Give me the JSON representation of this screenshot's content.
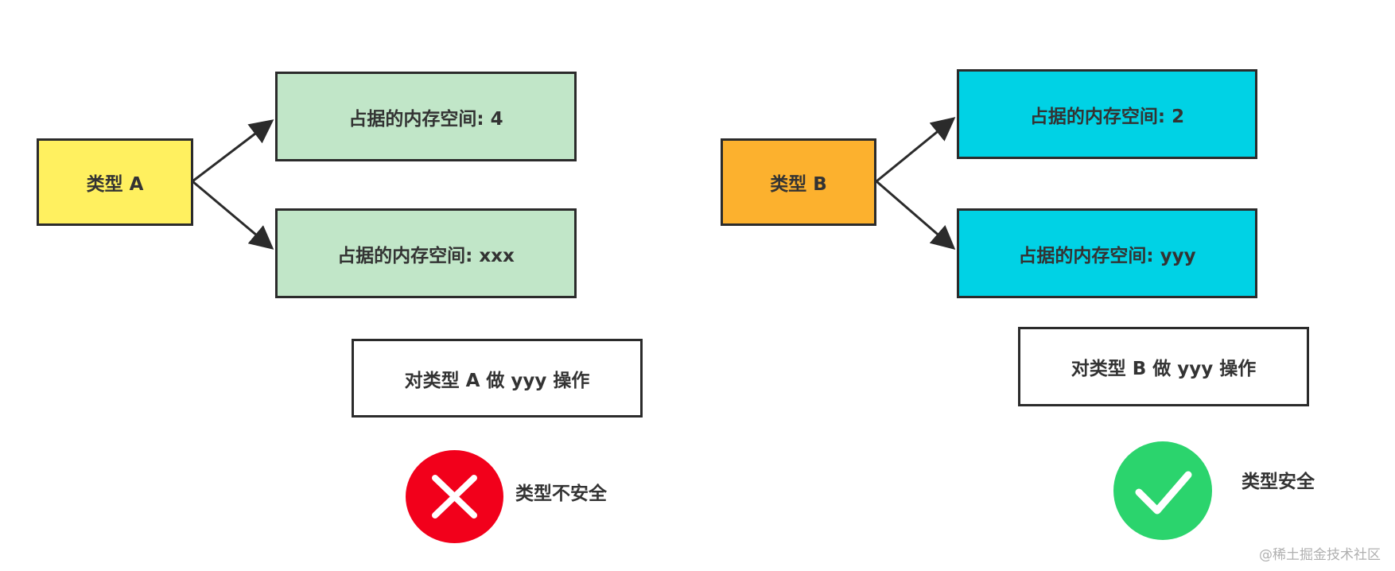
{
  "left": {
    "type_label": "类型 A",
    "memory_top": "占据的内存空间: 4",
    "memory_bottom": "占据的内存空间: xxx",
    "operation": "对类型 A 做 yyy 操作",
    "verdict": "类型不安全",
    "type_color": "#fff05f",
    "memory_color": "#c1e6c8",
    "verdict_icon": "cross-icon",
    "verdict_color": "#f2001b"
  },
  "right": {
    "type_label": "类型 B",
    "memory_top": "占据的内存空间: 2",
    "memory_bottom": "占据的内存空间: yyy",
    "operation": "对类型 B 做 yyy 操作",
    "verdict": "类型安全",
    "type_color": "#fcb12e",
    "memory_color": "#00d2e5",
    "verdict_icon": "check-icon",
    "verdict_color": "#2bd46d"
  },
  "watermark": "@稀土掘金技术社区"
}
